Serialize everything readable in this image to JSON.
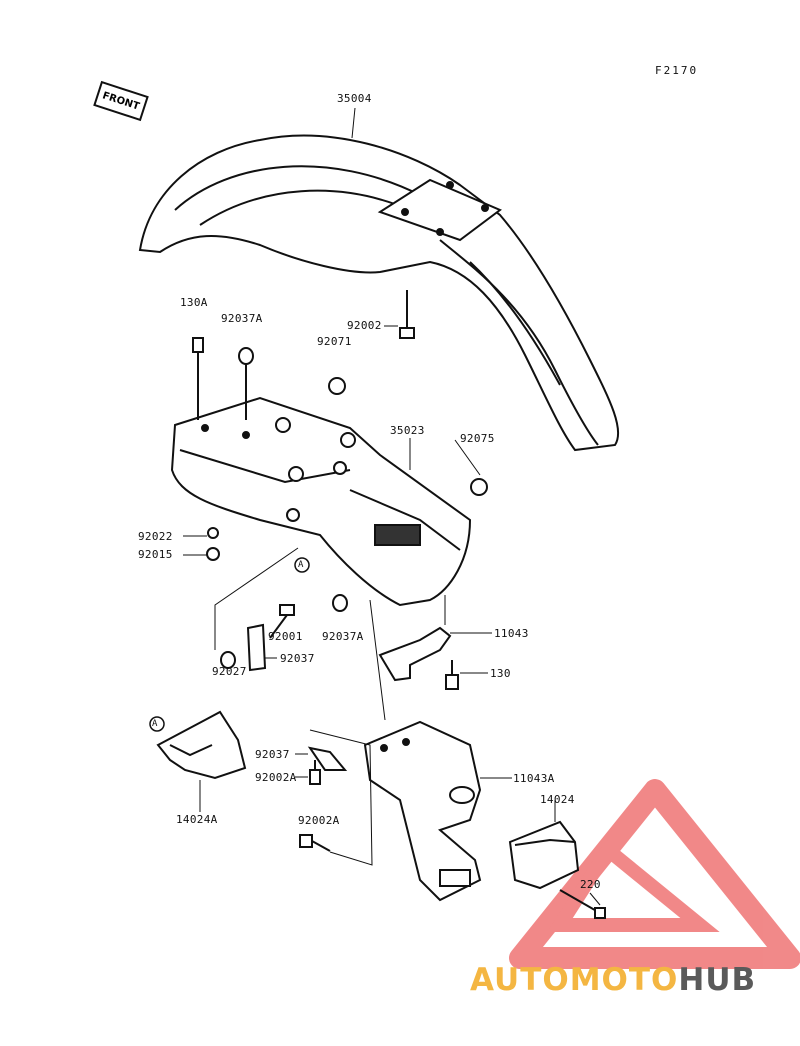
{
  "diagram": {
    "code": "F2170",
    "front_label": "FRONT",
    "circle_ref": "A",
    "parts": {
      "p35004": "35004",
      "p130A": "130A",
      "p92037A_top": "92037A",
      "p92071": "92071",
      "p92002": "92002",
      "p35023": "35023",
      "p92075": "92075",
      "p92022": "92022",
      "p92015": "92015",
      "p92001": "92001",
      "p92037A_low": "92037A",
      "p11043": "11043",
      "p92027": "92027",
      "p92037": "92037",
      "p130": "130",
      "p92037_b": "92037",
      "p92002A_a": "92002A",
      "p11043A": "11043A",
      "p14024A": "14024A",
      "p14024": "14024",
      "p92002A_b": "92002A",
      "p220": "220"
    }
  },
  "watermark": {
    "part1": "AUTOMOTO",
    "part2": "HUB",
    "accent_color": "#f4b642",
    "triangle_color": "#e83a3a"
  }
}
